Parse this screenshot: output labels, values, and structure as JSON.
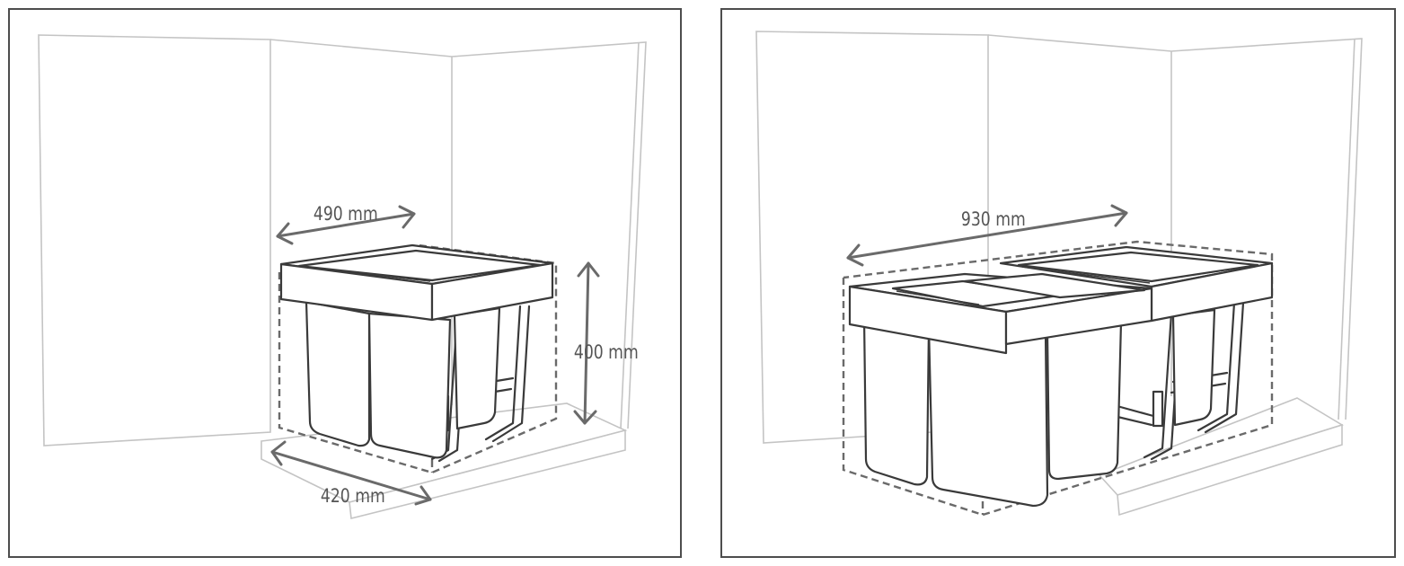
{
  "panels": [
    {
      "id": "single-unit",
      "dimensions": {
        "width": "490 mm",
        "depth": "420 mm",
        "height": "400 mm"
      }
    },
    {
      "id": "double-unit",
      "dimensions": {
        "width": "930 mm"
      }
    }
  ],
  "colors": {
    "frame": "#4d4d4d",
    "line": "#3a3a3a",
    "room_line": "#c4c4c4",
    "dimension": "#6a6a6a"
  }
}
